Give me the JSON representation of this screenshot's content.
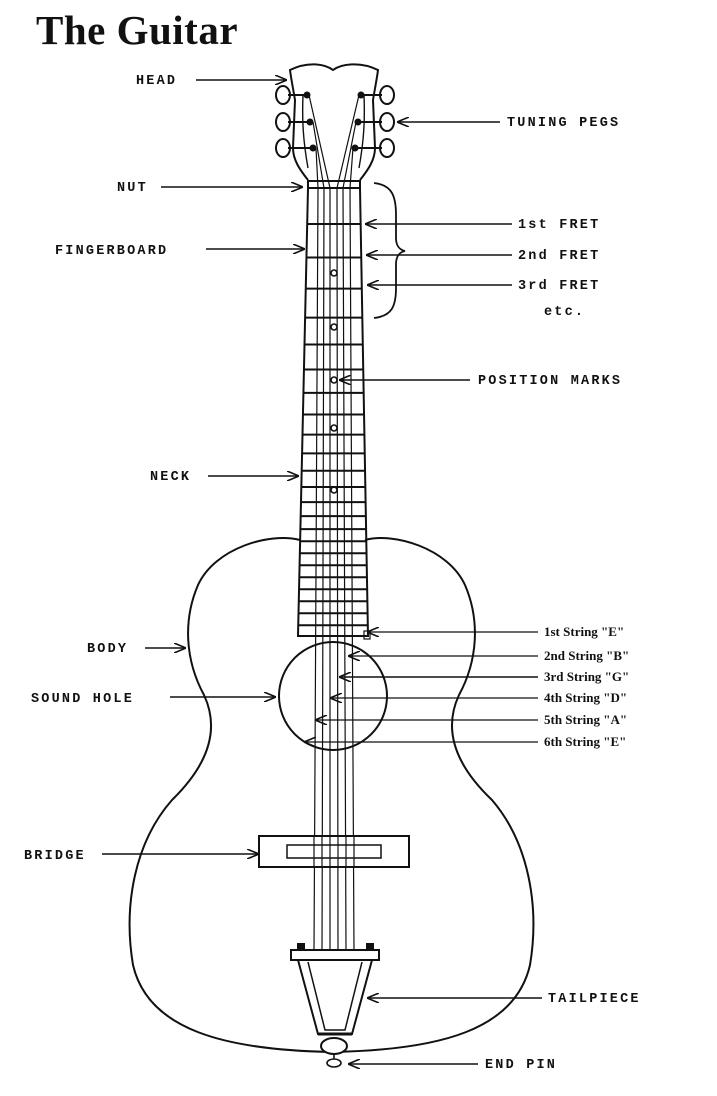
{
  "title": "The Guitar",
  "labels": {
    "head": "HEAD",
    "tuning_pegs": "TUNING PEGS",
    "nut": "NUT",
    "fingerboard": "FINGERBOARD",
    "fret_1": "1st FRET",
    "fret_2": "2nd FRET",
    "fret_3": "3rd FRET",
    "etc": "etc.",
    "position_marks": "POSITION MARKS",
    "neck": "NECK",
    "body": "BODY",
    "sound_hole": "SOUND HOLE",
    "bridge": "BRIDGE",
    "tailpiece": "TAILPIECE",
    "end_pin": "END PIN"
  },
  "strings": [
    "1st String \"E\"",
    "2nd String \"B\"",
    "3rd String \"G\"",
    "4th String \"D\"",
    "5th String \"A\"",
    "6th String \"E\""
  ]
}
